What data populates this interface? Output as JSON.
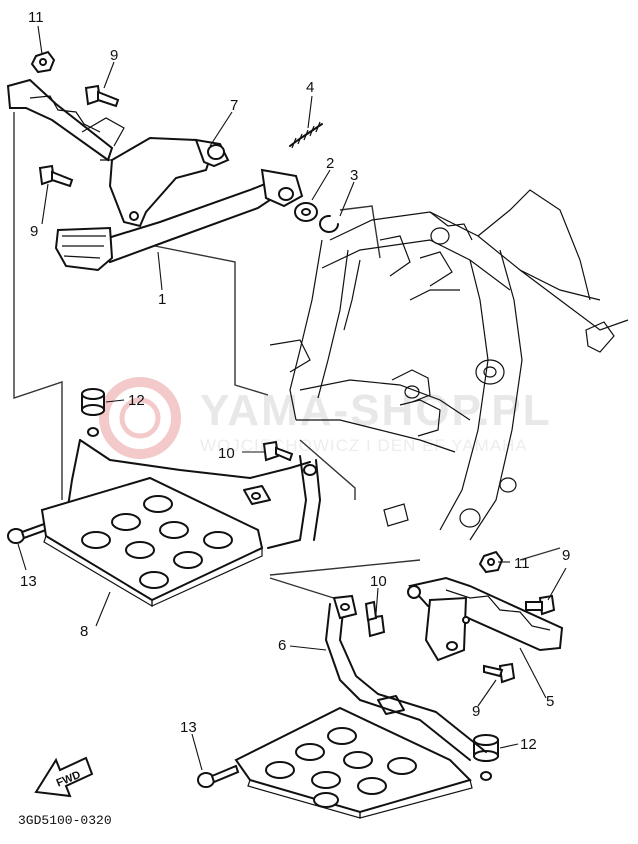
{
  "watermark": {
    "brand": "YAMA-SHOP.PL",
    "tagline": "WOJCIECHOWICZ I DEN EF YAMAHA",
    "color": "#f3c9c9"
  },
  "callouts": {
    "c1": "1",
    "c2": "2",
    "c3": "3",
    "c4": "4",
    "c5": "5",
    "c6": "6",
    "c7": "7",
    "c8": "8",
    "c9a": "9",
    "c9b": "9",
    "c9c": "9",
    "c9d": "9",
    "c10a": "10",
    "c10b": "10",
    "c11a": "11",
    "c11b": "11",
    "c12a": "12",
    "c12b": "12",
    "c13a": "13",
    "c13b": "13"
  },
  "fwd_label": "FWD",
  "diagram_code": "3GD5100-0320"
}
